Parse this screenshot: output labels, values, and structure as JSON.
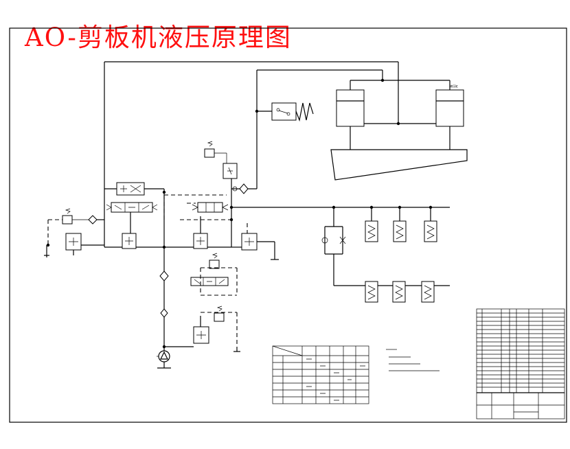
{
  "title": "AO-剪板机液压原理图",
  "colors": {
    "title": "#ff1010",
    "line": "#000000"
  },
  "diagram": {
    "type": "hydraulic-schematic",
    "components": [
      "pump",
      "filter",
      "check-valve",
      "relief-valve",
      "directional-valve-3pos",
      "pressure-reducing-valve",
      "hold-down-cylinder",
      "shear-cylinder",
      "accumulator",
      "pressure-switch"
    ]
  }
}
